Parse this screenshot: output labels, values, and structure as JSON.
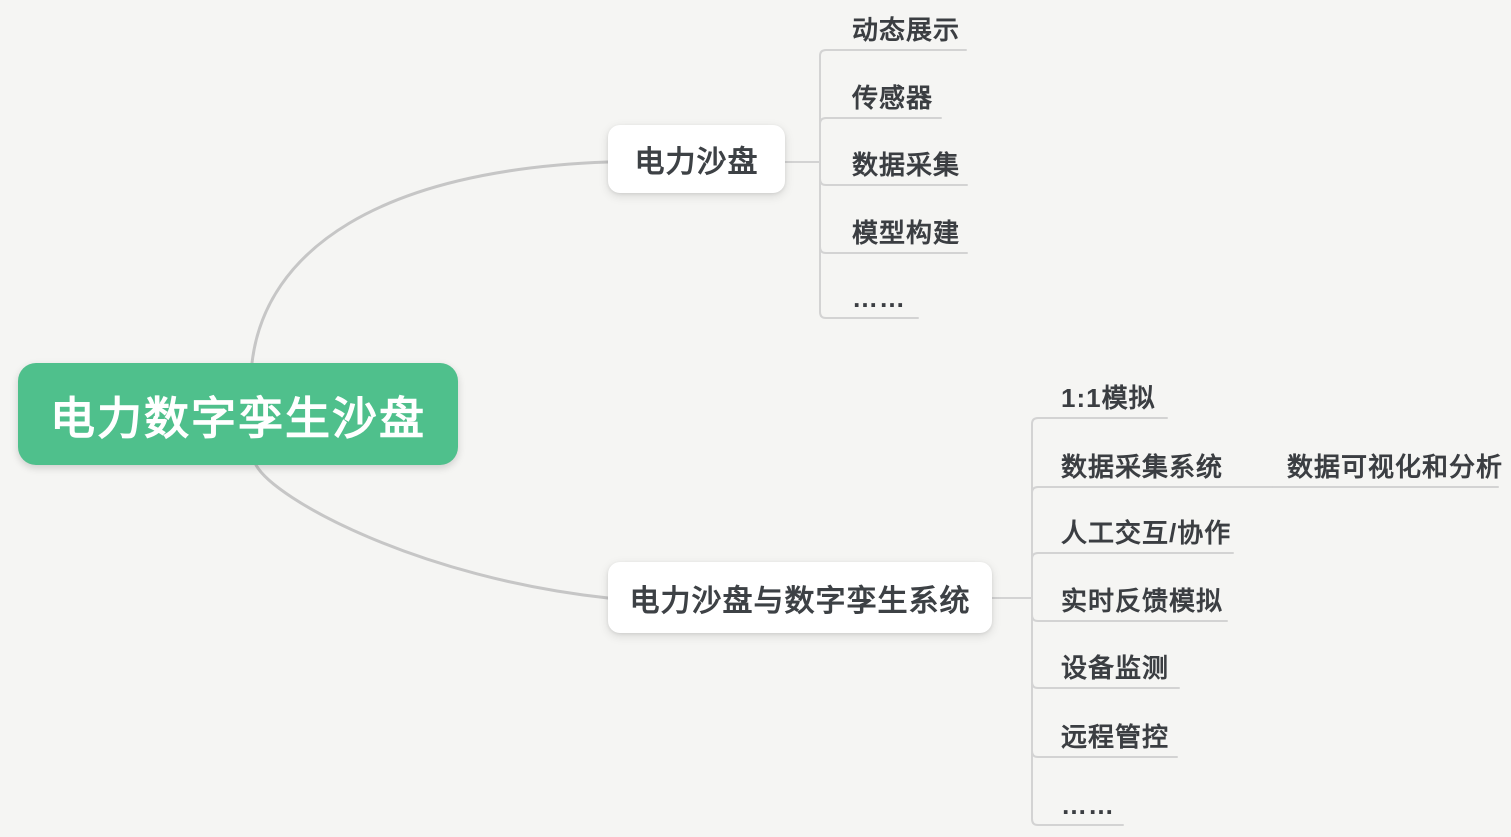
{
  "app": {
    "type": "mindmap",
    "background_color": "#f5f5f3",
    "accent_color": "#4fc08c",
    "topic_text_color": "#3b3e42",
    "root_text_color": "#ffffff",
    "curve_color": "#c6c6c6",
    "tree_line_color": "#d3d3d3"
  },
  "root": {
    "label": "电力数字孪生沙盘"
  },
  "branches": [
    {
      "label": "电力沙盘",
      "children": [
        {
          "label": "动态展示"
        },
        {
          "label": "传感器"
        },
        {
          "label": "数据采集"
        },
        {
          "label": "模型构建"
        },
        {
          "label": "……"
        }
      ]
    },
    {
      "label": "电力沙盘与数字孪生系统",
      "children": [
        {
          "label": "1:1模拟"
        },
        {
          "label": "数据采集系统",
          "children": [
            {
              "label": "数据可视化和分析"
            }
          ]
        },
        {
          "label": "人工交互/协作"
        },
        {
          "label": "实时反馈模拟"
        },
        {
          "label": "设备监测"
        },
        {
          "label": "远程管控"
        },
        {
          "label": "……"
        }
      ]
    }
  ]
}
